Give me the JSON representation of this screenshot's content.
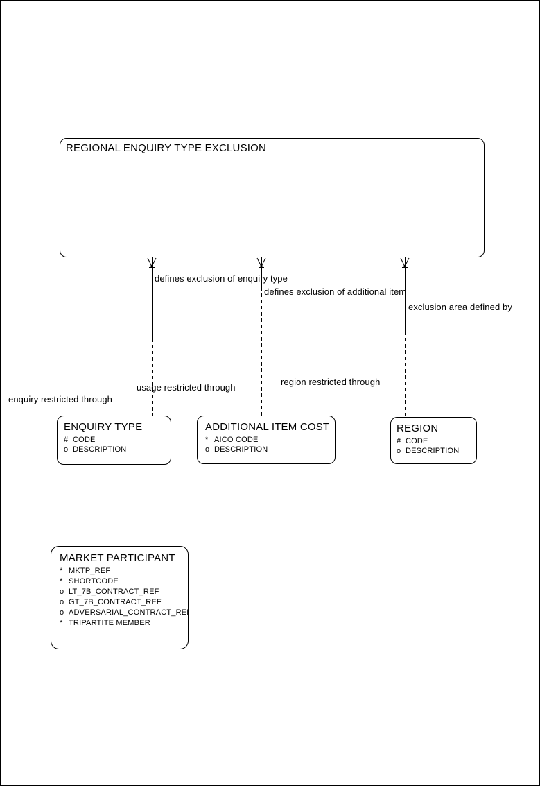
{
  "colors": {
    "line": "#000000",
    "background": "#ffffff"
  },
  "entities": {
    "regional_enquiry_type_exclusion": {
      "title": "REGIONAL ENQUIRY TYPE EXCLUSION",
      "attributes": []
    },
    "enquiry_type": {
      "title": "ENQUIRY TYPE",
      "attributes": [
        {
          "marker": "#",
          "name": "CODE"
        },
        {
          "marker": "o",
          "name": "DESCRIPTION"
        }
      ]
    },
    "additional_item_cost": {
      "title": "ADDITIONAL ITEM COST",
      "attributes": [
        {
          "marker": "*",
          "name": "AICO CODE"
        },
        {
          "marker": "o",
          "name": "DESCRIPTION"
        }
      ]
    },
    "region": {
      "title": "REGION",
      "attributes": [
        {
          "marker": "#",
          "name": "CODE"
        },
        {
          "marker": "o",
          "name": "DESCRIPTION"
        }
      ]
    },
    "market_participant": {
      "title": "MARKET PARTICIPANT",
      "attributes": [
        {
          "marker": "*",
          "name": "MKTP_REF"
        },
        {
          "marker": "*",
          "name": "SHORTCODE"
        },
        {
          "marker": "o",
          "name": "LT_7B_CONTRACT_REF"
        },
        {
          "marker": "o",
          "name": "GT_7B_CONTRACT_REF"
        },
        {
          "marker": "o",
          "name": "ADVERSARIAL_CONTRACT_REF"
        },
        {
          "marker": "*",
          "name": "TRIPARTITE MEMBER"
        }
      ]
    }
  },
  "relationships": {
    "enquiry": {
      "from": "REGIONAL ENQUIRY TYPE EXCLUSION",
      "to": "ENQUIRY TYPE",
      "near_label": "defines exclusion of enquiry type",
      "far_label": "enquiry restricted through"
    },
    "additional_item": {
      "from": "REGIONAL ENQUIRY TYPE EXCLUSION",
      "to": "ADDITIONAL ITEM COST",
      "near_label": "defines exclusion of additional item",
      "far_label": "usage restricted through"
    },
    "region": {
      "from": "REGIONAL ENQUIRY TYPE EXCLUSION",
      "to": "REGION",
      "near_label": "exclusion area defined by",
      "far_label": "region restricted through"
    }
  }
}
